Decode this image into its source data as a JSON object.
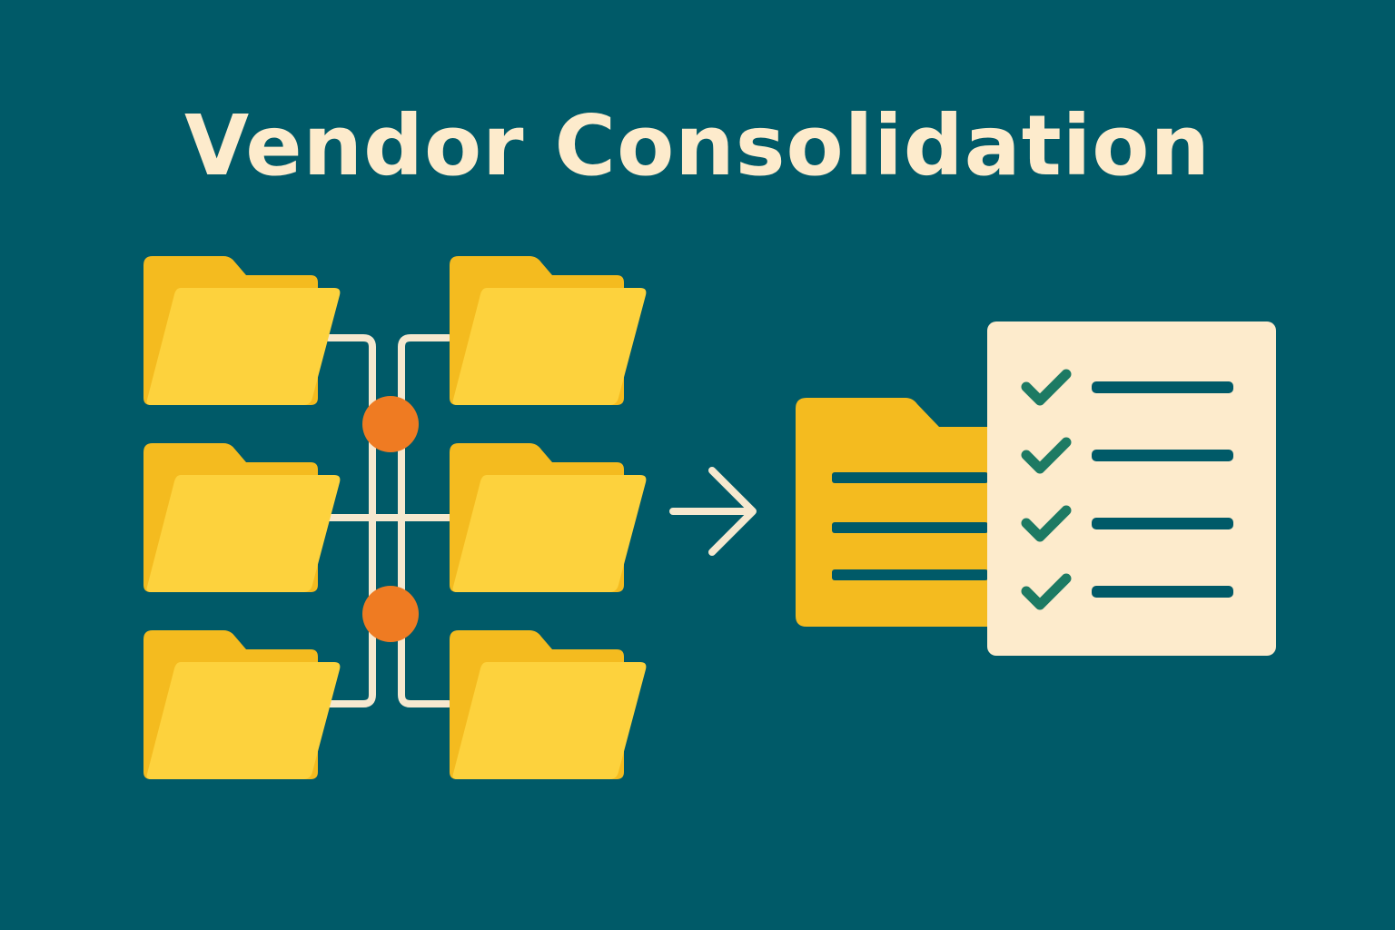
{
  "title": "Vendor Consolidation",
  "colors": {
    "background": "#005a68",
    "title": "#fdebcc",
    "folder_back": "#f4bb1f",
    "folder_front": "#fdd23d",
    "connector": "#f6e8cf",
    "hub": "#ef7b22",
    "arrow": "#f6e8cf",
    "checklist_paper": "#fdebcc",
    "checkmark": "#1d7a63",
    "checklist_line": "#005a68",
    "consolidated_folder": "#f4bb1f",
    "folder_line": "#005a68"
  },
  "icons": {
    "source_folders": [
      "folder-icon",
      "folder-icon",
      "folder-icon",
      "folder-icon",
      "folder-icon",
      "folder-icon"
    ],
    "hubs": [
      "hub-node",
      "hub-node"
    ],
    "arrow": "arrow-right-icon",
    "result": [
      "folder-icon",
      "checklist-icon"
    ],
    "checklist_items": [
      "checkmark-icon",
      "checkmark-icon",
      "checkmark-icon",
      "checkmark-icon"
    ]
  }
}
